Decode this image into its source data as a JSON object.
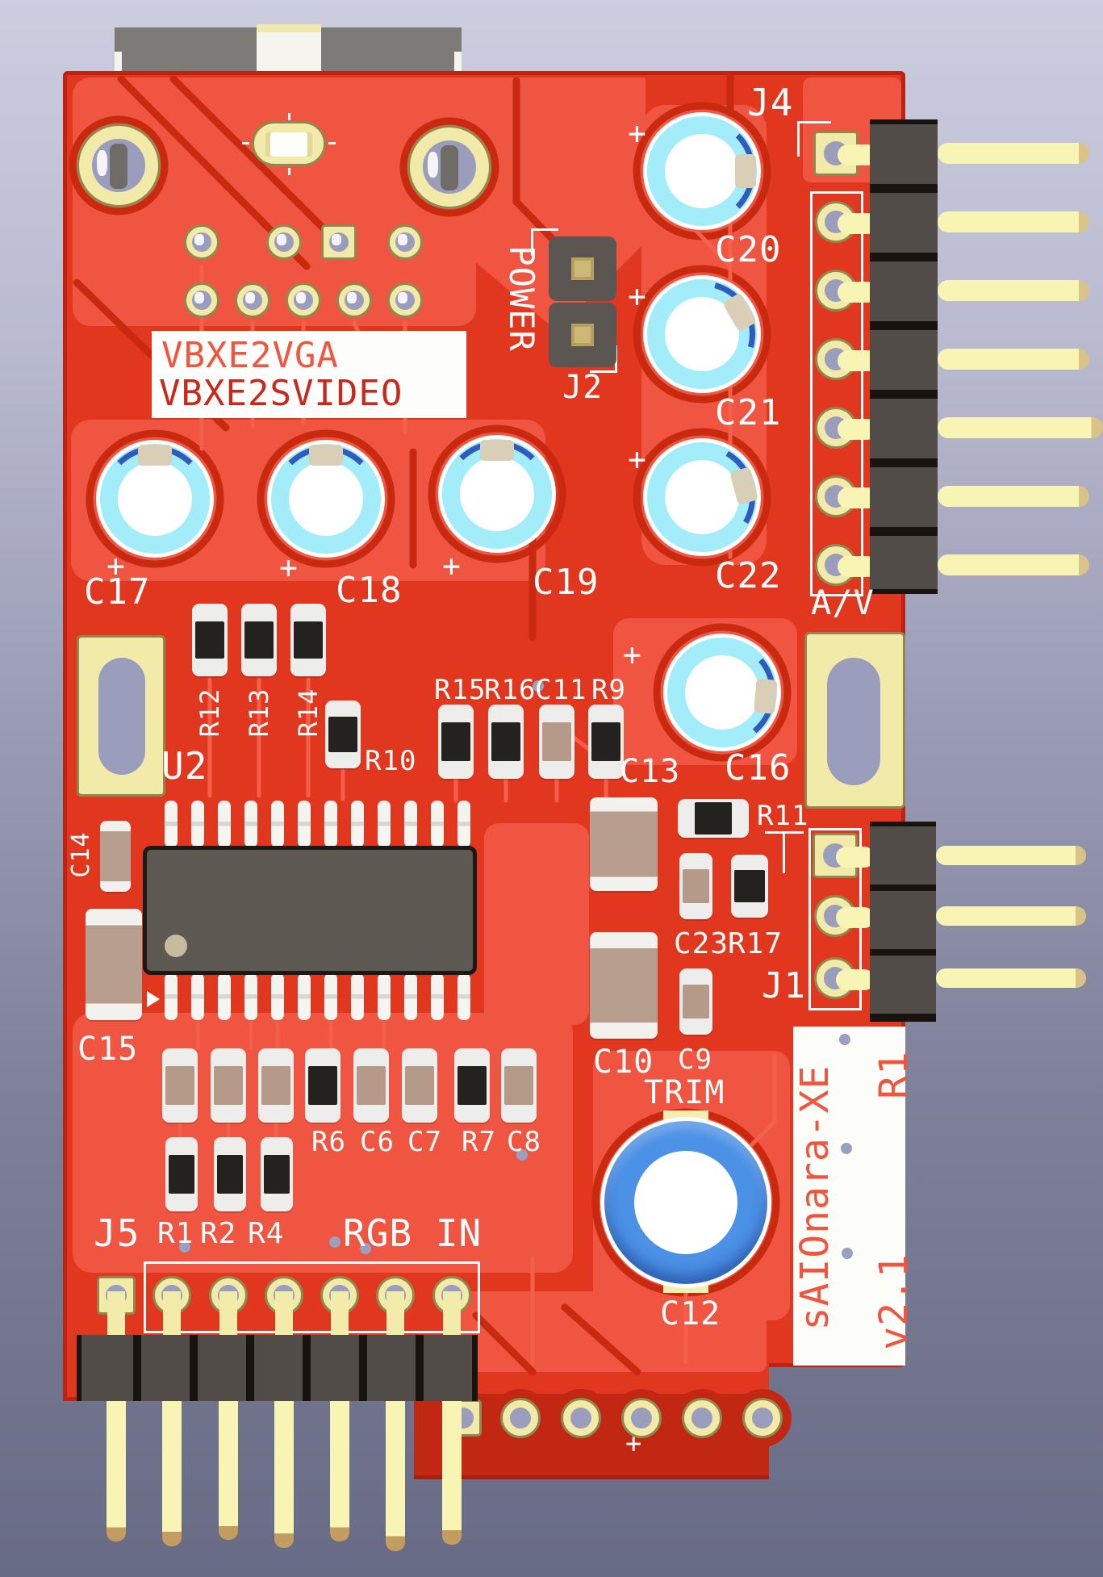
{
  "meta": {
    "description": "3D render of a red PCB, front view with pin headers",
    "board_name": "sAIOnara-XE",
    "board_version": "v2.1",
    "board_revision": "R1"
  },
  "silkscreen": {
    "plus": "+",
    "title_box": {
      "line1": "VBXE2VGA",
      "line2": "VBXE2SVIDEO"
    },
    "brand": {
      "name": "sAIOnara-XE",
      "rev": "R1",
      "version": "v2.1"
    },
    "refs": {
      "j4": "J4",
      "j2": "J2",
      "j1": "J1",
      "j5": "J5",
      "power": "POWER",
      "av": "A/V",
      "rgb_in": "RGB IN",
      "trim": "TRIM",
      "c20": "C20",
      "c21": "C21",
      "c22": "C22",
      "c16": "C16",
      "c17": "C17",
      "c18": "C18",
      "c19": "C19",
      "r12": "R12",
      "r13": "R13",
      "r14": "R14",
      "r10": "R10",
      "r15": "R15",
      "r16": "R16",
      "c11": "C11",
      "r9": "R9",
      "c13": "C13",
      "u2": "U2",
      "c14": "C14",
      "c15": "C15",
      "r11": "R11",
      "c23": "C23",
      "r17": "R17",
      "c10": "C10",
      "c9": "C9",
      "c12": "C12",
      "r6": "R6",
      "c6": "C6",
      "c7": "C7",
      "r7": "R7",
      "c8": "C8",
      "r1": "R1",
      "r2": "R2",
      "r4": "R4"
    }
  },
  "connectors": {
    "j4": {
      "label": "J4",
      "pin_count": 7,
      "orientation": "right"
    },
    "j1": {
      "label": "J1",
      "pin_count": 3,
      "orientation": "right"
    },
    "j5": {
      "label": "J5",
      "name": "RGB IN",
      "pin_count": 7,
      "orientation": "down"
    },
    "j2": {
      "label": "J2",
      "name": "POWER",
      "pin_count": 2
    },
    "bottom_pad_row": {
      "pad_count": 6
    }
  },
  "components": {
    "large_capacitors": [
      "C17",
      "C18",
      "C19",
      "C20",
      "C21",
      "C22",
      "C16"
    ],
    "tantalum_capacitors": [
      "C13",
      "C10",
      "C15",
      "C14",
      "C23",
      "C9",
      "C11"
    ],
    "resistors": [
      "R1",
      "R2",
      "R4",
      "R6",
      "R7",
      "R9",
      "R10",
      "R11",
      "R12",
      "R13",
      "R14",
      "R15",
      "R16",
      "R17"
    ],
    "ic": {
      "ref": "U2",
      "pins_per_side": 12
    },
    "trimmer": {
      "label": "TRIM",
      "ref": "C12"
    }
  },
  "colors": {
    "background_top": "#cdcde0",
    "background_bottom": "#686b85",
    "board_red": "#e2371f",
    "board_pour_light": "#ef5540",
    "board_channel_dark": "#c9290f",
    "board_edge": "#bb2312",
    "silkscreen": "#ffffff",
    "silk_red_light": "#f0563f",
    "silk_red_dark": "#c8291c",
    "pad_gold": "#f1eaa9",
    "pin_yellow": "#f8f4b4",
    "hole_purple": "#9b9dbc",
    "cap_ring_cyan": "#a3ecf9",
    "cap_edge_blue": "#2e5bbd",
    "trimmer_blue": "#4b91e6",
    "ic_gray": "#5e5853",
    "plastic_black": "#24221f"
  }
}
